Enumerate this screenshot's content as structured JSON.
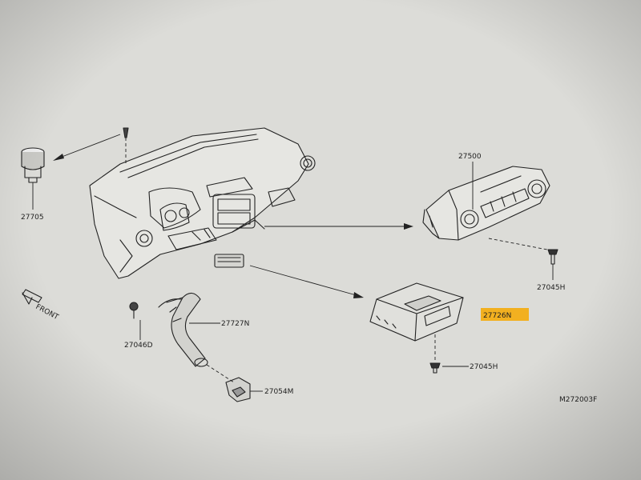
{
  "diagram": {
    "code": "M272003F",
    "front_label": "FRONT",
    "highlight_color": "#f6a800",
    "parts": [
      {
        "id": "p27705",
        "number": "27705"
      },
      {
        "id": "p27500",
        "number": "27500"
      },
      {
        "id": "p27045h_top",
        "number": "27045H"
      },
      {
        "id": "p27726n",
        "number": "27726N",
        "highlighted": true
      },
      {
        "id": "p27045h_bottom",
        "number": "27045H"
      },
      {
        "id": "p27046d",
        "number": "27046D"
      },
      {
        "id": "p27727n",
        "number": "27727N"
      },
      {
        "id": "p27054m",
        "number": "27054M"
      }
    ]
  }
}
